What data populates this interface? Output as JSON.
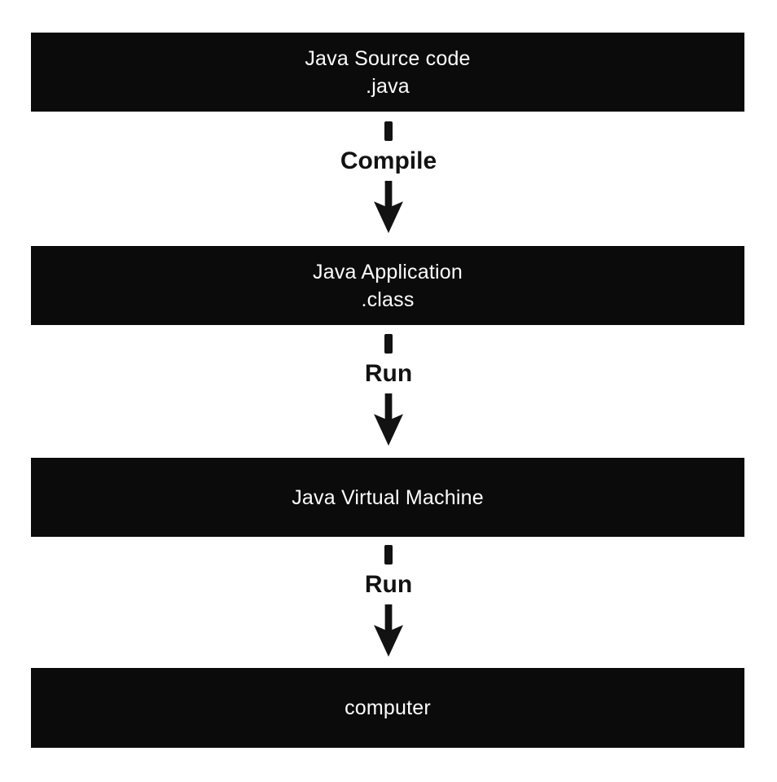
{
  "diagram": {
    "description": "Java compile and run flow diagram",
    "colors": {
      "canvas_bg": "#ffffff",
      "node_bg": "#0b0b0b",
      "node_text": "#fdfdfd",
      "connector_color": "#121212"
    },
    "nodes": [
      {
        "lines": [
          "Java Source code",
          ".java"
        ]
      },
      {
        "lines": [
          "Java Application",
          ".class"
        ]
      },
      {
        "lines": [
          "Java Virtual Machine"
        ]
      },
      {
        "lines": [
          "computer"
        ]
      }
    ],
    "connectors": [
      {
        "label": "Compile"
      },
      {
        "label": "Run"
      },
      {
        "label": "Run"
      }
    ]
  }
}
